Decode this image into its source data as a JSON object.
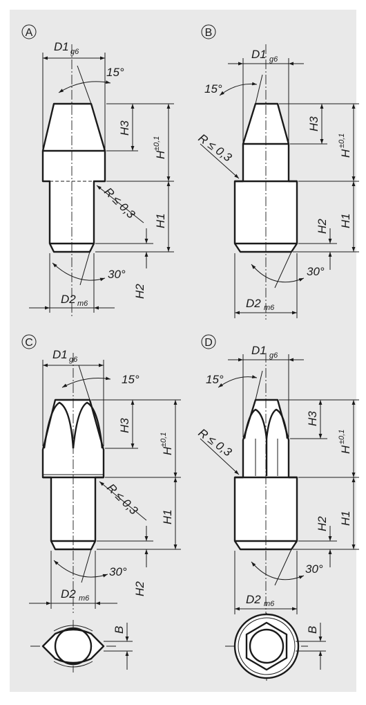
{
  "variants": {
    "a": {
      "letter": "A",
      "d1": "D1",
      "d1_tol": "g6",
      "angle_top": "15°",
      "radius": "R ≤ 0,3",
      "angle_bottom": "30°",
      "d2": "D2",
      "d2_tol": "m6",
      "h": "H",
      "h_tol": "±0,1",
      "h1": "H1",
      "h2": "H2",
      "h3": "H3"
    },
    "b": {
      "letter": "B",
      "d1": "D1",
      "d1_tol": "g6",
      "angle_top": "15°",
      "radius": "R ≤ 0,3",
      "angle_bottom": "30°",
      "d2": "D2",
      "d2_tol": "m6",
      "h": "H",
      "h_tol": "±0,1",
      "h1": "H1",
      "h2": "H2",
      "h3": "H3"
    },
    "c": {
      "letter": "C",
      "d1": "D1",
      "d1_tol": "g6",
      "angle_top": "15°",
      "radius": "R ≤ 0,3",
      "angle_bottom": "30°",
      "d2": "D2",
      "d2_tol": "m6",
      "h": "H",
      "h_tol": "±0,1",
      "h1": "H1",
      "h2": "H2",
      "h3": "H3",
      "b": "B"
    },
    "d": {
      "letter": "D",
      "d1": "D1",
      "d1_tol": "g6",
      "angle_top": "15°",
      "radius": "R ≤ 0,3",
      "angle_bottom": "30°",
      "d2": "D2",
      "d2_tol": "m6",
      "h": "H",
      "h_tol": "±0,1",
      "h1": "H1",
      "h2": "H2",
      "h3": "H3",
      "b": "B"
    }
  },
  "colors": {
    "background": "#e9e9e9",
    "line": "#1a1a1a",
    "part": "#ffffff"
  }
}
